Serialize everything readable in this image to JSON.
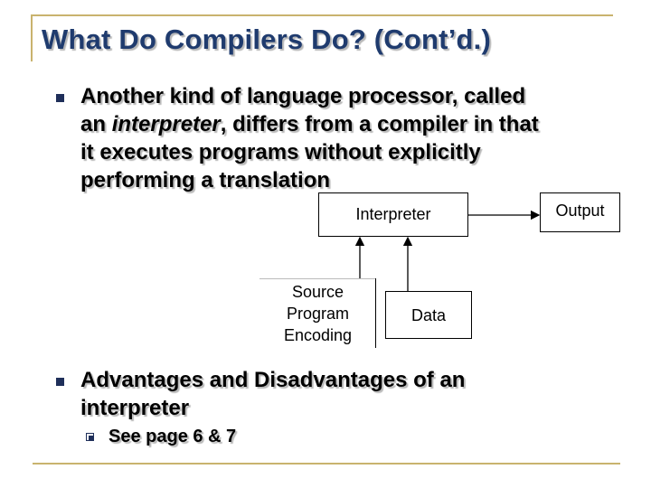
{
  "slide": {
    "title": "What Do Compilers Do? (Cont’d.)",
    "bullet1": {
      "lines": [
        "Another kind of language processor, called",
        "an ",
        "interpreter",
        ", differs from a compiler in that",
        "it executes programs without explicitly",
        "performing a translation"
      ]
    },
    "diagram": {
      "interpreter_label": "Interpreter",
      "output_label": "Output",
      "source_line1": "Source",
      "source_line2": "Program",
      "source_line3": "Encoding",
      "data_label": "Data"
    },
    "bullet2": {
      "line1": "Advantages and Disadvantages of an",
      "line2": "interpreter"
    },
    "sub_bullet": {
      "text": "See page 6 & 7"
    }
  },
  "colors": {
    "title": "#1f3b6e",
    "rule": "#c9b36e",
    "bullet": "#1f2f5a"
  }
}
